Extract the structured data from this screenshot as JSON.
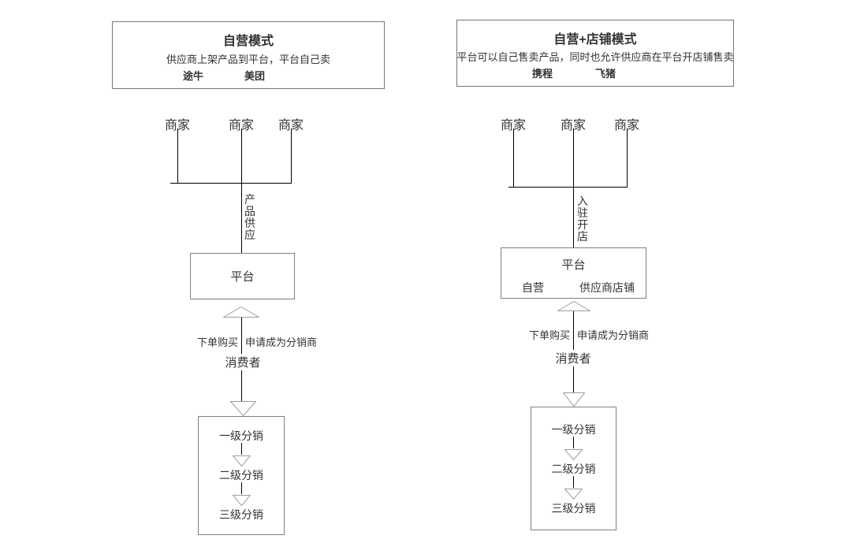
{
  "colors": {
    "background": "#ffffff",
    "text": "#333333",
    "connector_line": "#000000",
    "box_border": "#7f7f7f",
    "triangle_outline": "#9c9c9c"
  },
  "diagrams": [
    {
      "id": "self-operated-model",
      "title": "自营模式",
      "subtitle": "供应商上架产品到平台，平台自己卖",
      "examples": [
        "途牛",
        "美团"
      ],
      "merchants": [
        "商家",
        "商家",
        "商家"
      ],
      "trunk_label": "产品供应",
      "platform": {
        "label": "平台",
        "sub_labels": []
      },
      "flow_left_label": "下单购买",
      "flow_right_label": "申请成为分销商",
      "consumer_label": "消费者",
      "distribution_levels": [
        "一级分销",
        "二级分销",
        "三级分销"
      ]
    },
    {
      "id": "self-operated-plus-store-model",
      "title": "自营+店铺模式",
      "subtitle": "平台可以自己售卖产品，同时也允许供应商在平台开店铺售卖",
      "examples": [
        "携程",
        "飞猪"
      ],
      "merchants": [
        "商家",
        "商家",
        "商家"
      ],
      "trunk_label": "入驻开店",
      "platform": {
        "label": "平台",
        "sub_labels": [
          "自营",
          "供应商店铺"
        ]
      },
      "flow_left_label": "下单购买",
      "flow_right_label": "申请成为分销商",
      "consumer_label": "消费者",
      "distribution_levels": [
        "一级分销",
        "二级分销",
        "三级分销"
      ]
    }
  ]
}
